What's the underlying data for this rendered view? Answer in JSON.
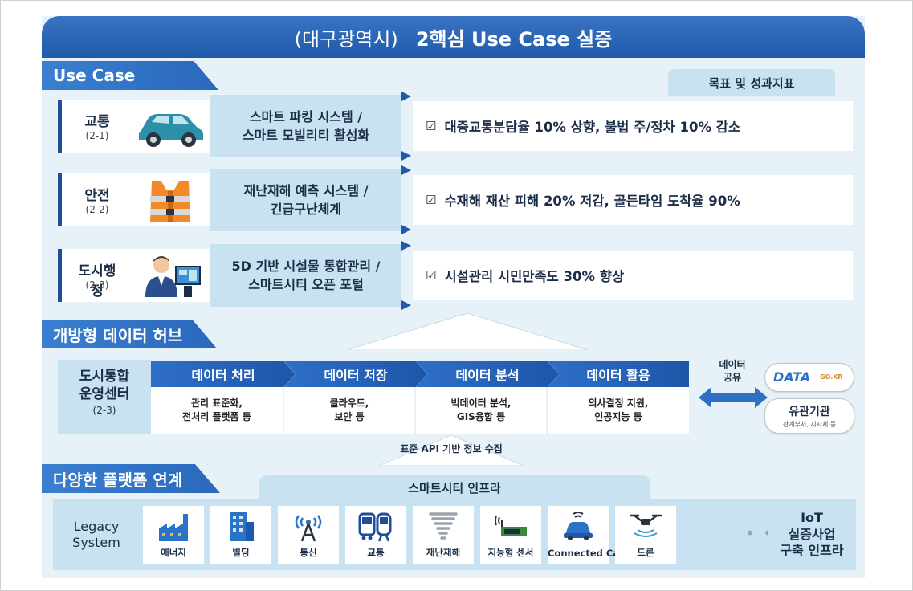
{
  "title": {
    "prefix": "(대구광역시)",
    "main": "2핵심 Use Case 실증"
  },
  "sections": {
    "use_case": "Use Case",
    "data_hub": "개방형 데이터 허브",
    "platform": "다양한 플랫폼 연계"
  },
  "goal_header": "목표 및 성과지표",
  "use_cases": [
    {
      "label": "교통",
      "code": "(2-1)",
      "icon": "car-icon",
      "title": "스마트 파킹 시스템 /\n스마트 모빌리티 활성화",
      "goal": "대중교통분담율 10% 상향, 불법 주/정차 10% 감소"
    },
    {
      "label": "안전",
      "code": "(2-2)",
      "icon": "life-vest-icon",
      "title": "재난재해 예측 시스템 /\n긴급구난체계",
      "goal": "수재해 재산 피해 20% 저감, 골든타임 도착율 90%"
    },
    {
      "label": "도시행정",
      "code": "(2-3)",
      "icon": "administrator-icon",
      "title": "5D 기반 시설물 통합관리 /\n스마트시티 오픈 포털",
      "goal": "시설관리 시민만족도 30% 향상"
    }
  ],
  "checkbox_glyph": "☑",
  "hub": {
    "center": {
      "label": "도시통합\n운영센터",
      "code": "(2-3)"
    },
    "stages": [
      {
        "label": "데이터 처리",
        "desc": "관리 표준화,\n전처리 플랫폼 등"
      },
      {
        "label": "데이터 저장",
        "desc": "클라우드,\n보안 등"
      },
      {
        "label": "데이터 분석",
        "desc": "빅데이터 분석,\nGIS융합 등"
      },
      {
        "label": "데이터 활용",
        "desc": "의사결정 지원,\n인공지능 등"
      }
    ],
    "sharing_label": "데이터\n공유",
    "data_portal": {
      "logo": "DATA",
      "sub": "GO.KR"
    },
    "agency": {
      "label": "유관기관",
      "sub": "관계부처, 지자체 등"
    }
  },
  "api_note": "표준 API 기반 정보 수집",
  "infra": {
    "header": "스마트시티 인프라",
    "legacy": "Legacy\nSystem",
    "items": [
      {
        "label": "에너지",
        "icon": "factory-icon"
      },
      {
        "label": "빌딩",
        "icon": "building-icon"
      },
      {
        "label": "통신",
        "icon": "antenna-icon"
      },
      {
        "label": "교통",
        "icon": "bus-train-icon"
      },
      {
        "label": "재난재해",
        "icon": "tornado-icon"
      },
      {
        "label": "지능형 센서",
        "icon": "sensor-icon"
      },
      {
        "label": "Connected Car",
        "icon": "connected-car-icon"
      },
      {
        "label": "드론",
        "icon": "drone-icon"
      }
    ],
    "ellipsis": "• • •",
    "iot": "IoT\n실증사업\n구축 인프라"
  },
  "colors": {
    "navy": "#1f4d99",
    "accent": "#2f6fc7",
    "light": "#c9e2f2",
    "panel": "#e6f2f7"
  }
}
